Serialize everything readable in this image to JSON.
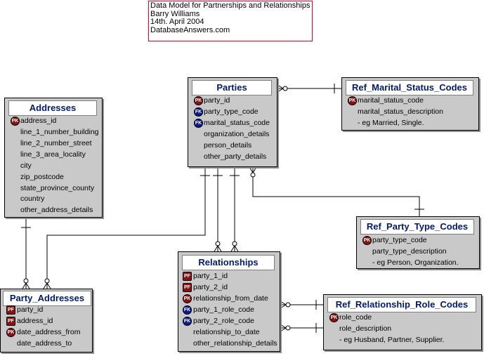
{
  "note": {
    "lines": [
      "Data Model for Partnerships and Relationships",
      "Barry Williams",
      "14th. April 2004",
      "DatabaseAnswers.com"
    ]
  },
  "key_labels": {
    "pk": "PK",
    "fk": "FK",
    "pf": "PF"
  },
  "entities": {
    "parties": {
      "title": "Parties",
      "attrs": [
        "party_id",
        "party_type_code",
        "marital_status_code",
        "organization_details",
        "person_details",
        "other_party_details"
      ]
    },
    "addresses": {
      "title": "Addresses",
      "attrs": [
        "address_id",
        "line_1_number_building",
        "line_2_number_street",
        "line_3_area_locality",
        "city",
        "zip_postcode",
        "state_province_county",
        "country",
        "other_address_details"
      ]
    },
    "ref_marital": {
      "title": "Ref_Marital_Status_Codes",
      "attrs": [
        "marital_status_code",
        "marital_status_description",
        "- eg Married, Single."
      ]
    },
    "ref_party_type": {
      "title": "Ref_Party_Type_Codes",
      "attrs": [
        "party_type_code",
        "party_type_description",
        "- eg Person, Organization."
      ]
    },
    "relationships": {
      "title": "Relationships",
      "attrs": [
        "party_1_id",
        "party_2_id",
        "relationship_from_date",
        "party_1_role_code",
        "party_2_role_code",
        "relationship_to_date",
        "other_relationship_details"
      ]
    },
    "party_addresses": {
      "title": "Party_Addresses",
      "attrs": [
        "party_id",
        "address_id",
        "date_address_from",
        "date_address_to"
      ]
    },
    "ref_role": {
      "title": "Ref_Relationship_Role_Codes",
      "attrs": [
        "role_code",
        "role_description",
        "- eg Husband, Partner, Supplier."
      ]
    }
  }
}
